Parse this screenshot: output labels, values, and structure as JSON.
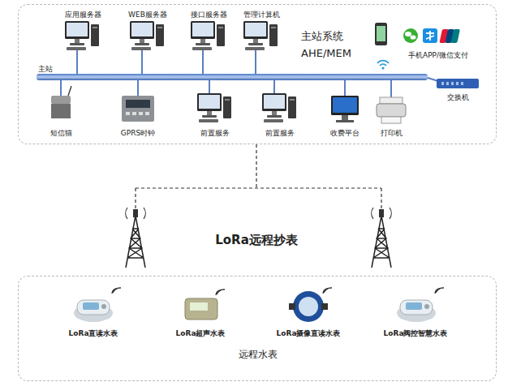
{
  "diagram": {
    "nodes": [
      {
        "text": [
          "主站系统",
          "AHE/MEM"
        ]
      },
      {
        "text": [
          "远程水表"
        ]
      }
    ],
    "labels": [
      "主站",
      "应用服务器",
      "WEB服务器",
      "接口服务器",
      "管理计算机",
      "手机APP/微信支付",
      "交换机",
      "短信猫",
      "GPRS时钟",
      "前置服务",
      "前置服务",
      "收费平台",
      "打印机",
      "LoRa远程抄表",
      "LoRa直读水表",
      "LoRa超声水表",
      "LoRa摄像直读水表",
      "LoRa阀控智慧水表"
    ]
  }
}
